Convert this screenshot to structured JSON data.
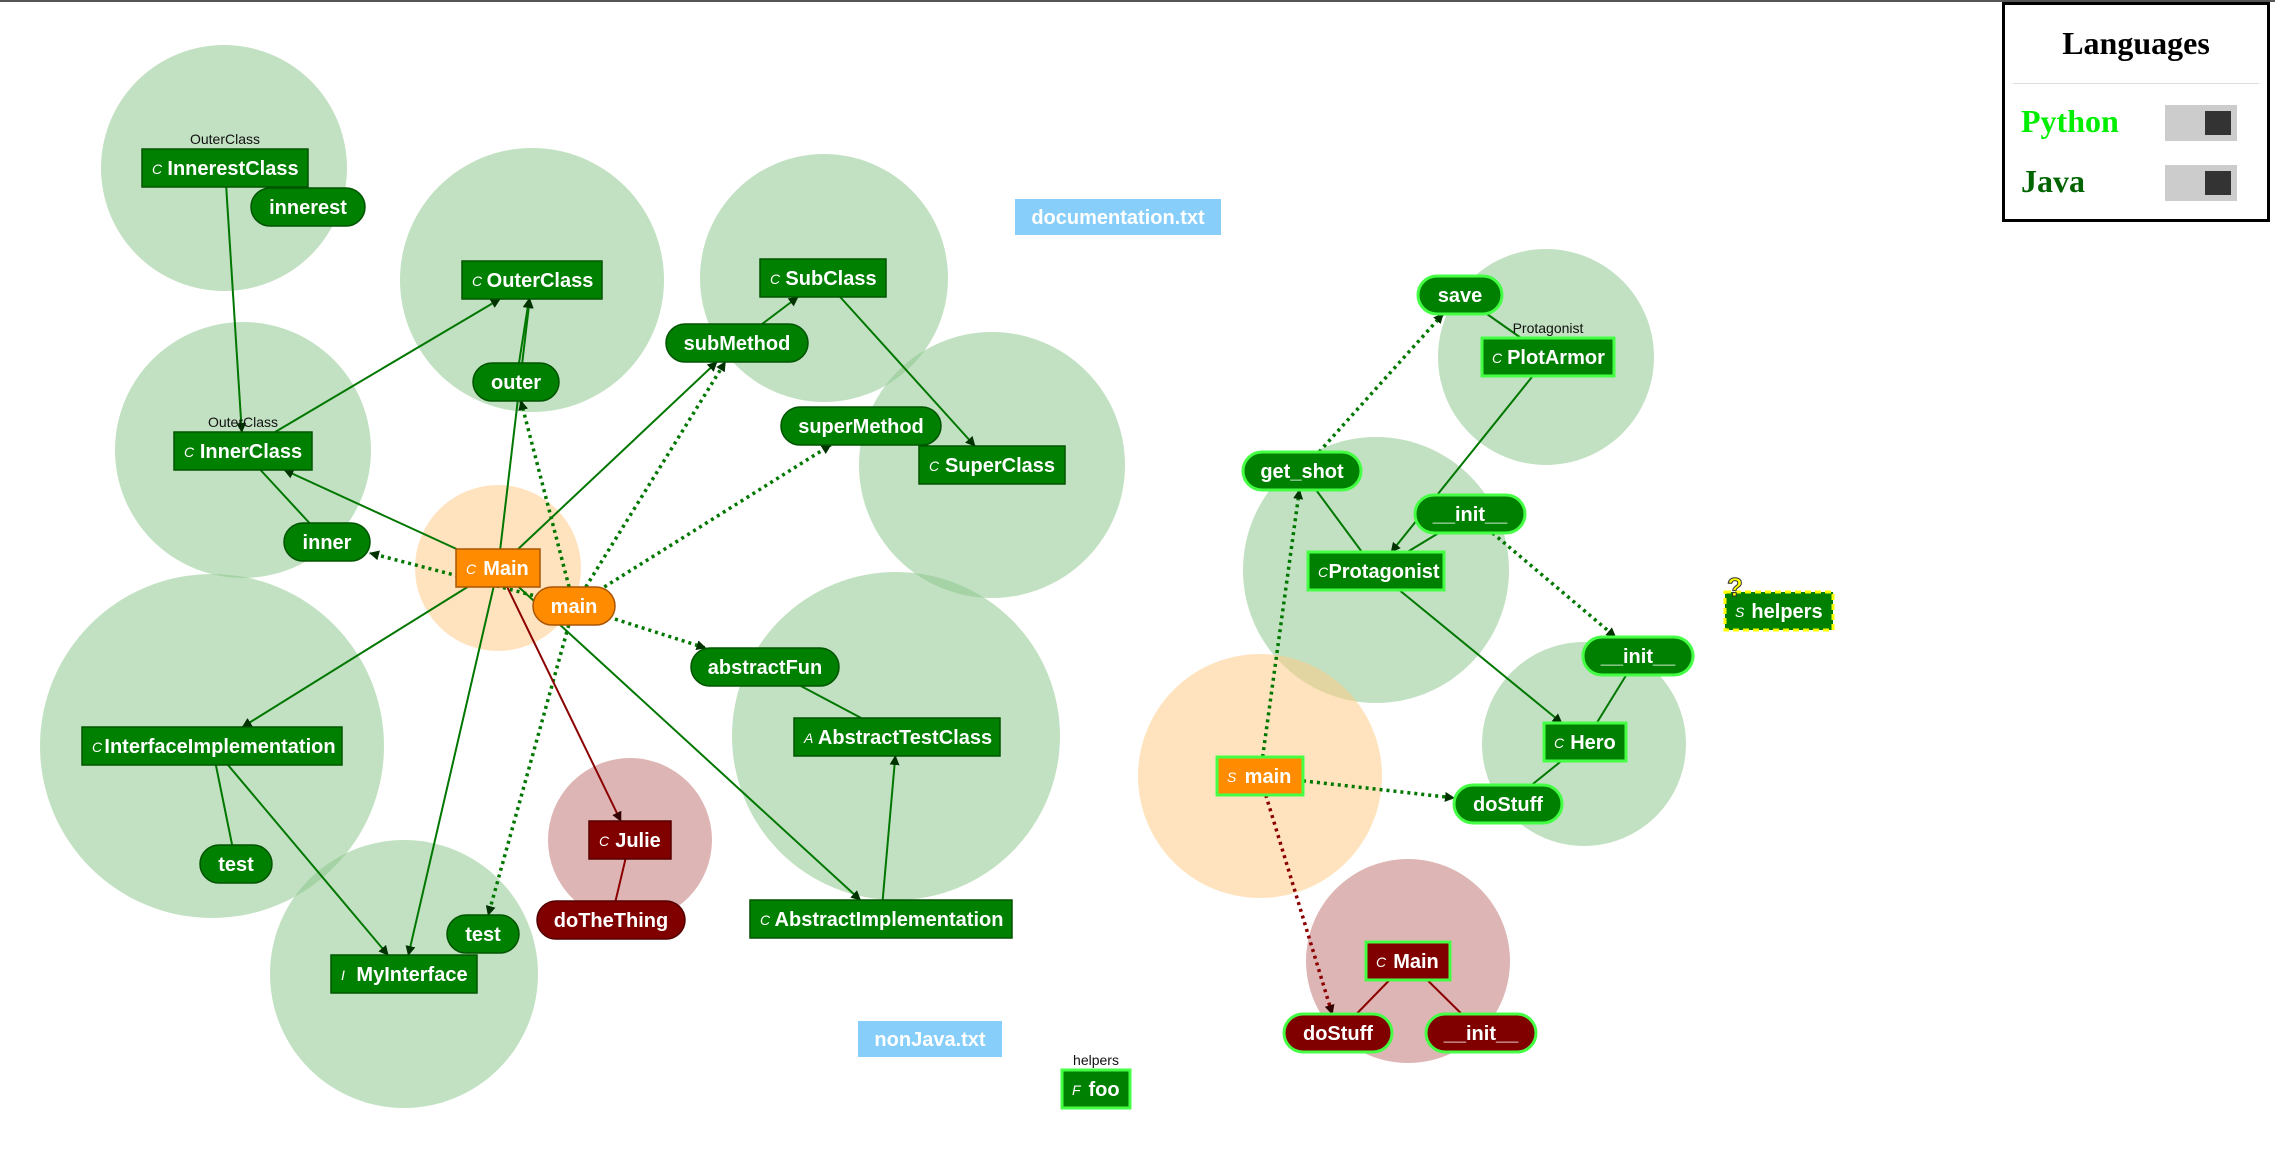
{
  "colors": {
    "node_green": "#008000",
    "node_orange": "#ff8c00",
    "node_darkred": "#800000",
    "file_blue": "#87cefa",
    "hull_green": "#8fc98f",
    "hull_orange": "#ffcc88",
    "hull_red": "#c27878",
    "edge_green": "#007700",
    "edge_red": "#8b0000",
    "python_label": "#00ee00",
    "java_label": "#006400",
    "highlight_border": "#44ff44",
    "unknown_fill": "#ffff00"
  },
  "legend": {
    "title": "Languages",
    "items": [
      {
        "label": "Python",
        "color": "#00ee00",
        "toggle_state": "on"
      },
      {
        "label": "Java",
        "color": "#006400",
        "toggle_state": "on"
      }
    ]
  },
  "unknown_marker": "?",
  "nodes": [
    {
      "id": "InnerestClass",
      "label": "InnerestClass",
      "kind": "C",
      "shape": "rect",
      "color": "green",
      "context": "OuterClass"
    },
    {
      "id": "innerest",
      "label": "innerest",
      "shape": "pill",
      "color": "green"
    },
    {
      "id": "OuterClass",
      "label": "OuterClass",
      "kind": "C",
      "shape": "rect",
      "color": "green"
    },
    {
      "id": "outer",
      "label": "outer",
      "shape": "pill",
      "color": "green"
    },
    {
      "id": "SubClass",
      "label": "SubClass",
      "kind": "C",
      "shape": "rect",
      "color": "green"
    },
    {
      "id": "subMethod",
      "label": "subMethod",
      "shape": "pill",
      "color": "green"
    },
    {
      "id": "superMethod",
      "label": "superMethod",
      "shape": "pill",
      "color": "green"
    },
    {
      "id": "SuperClass",
      "label": "SuperClass",
      "kind": "C",
      "shape": "rect",
      "color": "green"
    },
    {
      "id": "InnerClass",
      "label": "InnerClass",
      "kind": "C",
      "shape": "rect",
      "color": "green",
      "context": "OuterClass"
    },
    {
      "id": "inner",
      "label": "inner",
      "shape": "pill",
      "color": "green"
    },
    {
      "id": "MainJ",
      "label": "Main",
      "kind": "C",
      "shape": "rect",
      "color": "orange"
    },
    {
      "id": "mainJ",
      "label": "main",
      "shape": "pill",
      "color": "orange"
    },
    {
      "id": "abstractFun",
      "label": "abstractFun",
      "shape": "pill",
      "color": "green"
    },
    {
      "id": "AbstractTestClass",
      "label": "AbstractTestClass",
      "kind": "A",
      "shape": "rect",
      "color": "green"
    },
    {
      "id": "InterfaceImplementation",
      "label": "InterfaceImplementation",
      "kind": "C",
      "shape": "rect",
      "color": "green"
    },
    {
      "id": "test1",
      "label": "test",
      "shape": "pill",
      "color": "green"
    },
    {
      "id": "Julie",
      "label": "Julie",
      "kind": "C",
      "shape": "rect",
      "color": "darkred"
    },
    {
      "id": "doTheThing",
      "label": "doTheThing",
      "shape": "pill",
      "color": "darkred"
    },
    {
      "id": "test2",
      "label": "test",
      "shape": "pill",
      "color": "green"
    },
    {
      "id": "MyInterface",
      "label": "MyInterface",
      "kind": "I",
      "shape": "rect",
      "color": "green"
    },
    {
      "id": "AbstractImplementation",
      "label": "AbstractImplementation",
      "kind": "C",
      "shape": "rect",
      "color": "green"
    },
    {
      "id": "documentation",
      "label": "documentation.txt",
      "shape": "file"
    },
    {
      "id": "nonJava",
      "label": "nonJava.txt",
      "shape": "file"
    },
    {
      "id": "foo",
      "label": "foo",
      "kind": "F",
      "shape": "rect",
      "color": "green",
      "highlight": true,
      "context": "helpers"
    },
    {
      "id": "save",
      "label": "save",
      "shape": "pill",
      "color": "green",
      "highlight": true
    },
    {
      "id": "PlotArmor",
      "label": "PlotArmor",
      "kind": "C",
      "shape": "rect",
      "color": "green",
      "highlight": true,
      "context": "Protagonist"
    },
    {
      "id": "get_shot",
      "label": "get_shot",
      "shape": "pill",
      "color": "green",
      "highlight": true
    },
    {
      "id": "init1",
      "label": "__init__",
      "shape": "pill",
      "color": "green",
      "highlight": true
    },
    {
      "id": "Protagonist",
      "label": "Protagonist",
      "kind": "C",
      "shape": "rect",
      "color": "green",
      "highlight": true
    },
    {
      "id": "init2",
      "label": "__init__",
      "shape": "pill",
      "color": "green",
      "highlight": true
    },
    {
      "id": "Hero",
      "label": "Hero",
      "kind": "C",
      "shape": "rect",
      "color": "green",
      "highlight": true
    },
    {
      "id": "doStuff1",
      "label": "doStuff",
      "shape": "pill",
      "color": "green",
      "highlight": true
    },
    {
      "id": "mainP",
      "label": "main",
      "kind": "S",
      "shape": "rect",
      "color": "orange",
      "highlight": true
    },
    {
      "id": "MainP",
      "label": "Main",
      "kind": "C",
      "shape": "rect",
      "color": "darkred",
      "highlight": true
    },
    {
      "id": "doStuff2",
      "label": "doStuff",
      "shape": "pill",
      "color": "darkred",
      "highlight": true
    },
    {
      "id": "init3",
      "label": "__init__",
      "shape": "pill",
      "color": "darkred",
      "highlight": true
    },
    {
      "id": "helpers",
      "label": "helpers",
      "kind": "S",
      "shape": "rect",
      "color": "green",
      "highlight": true,
      "dashed": true,
      "unknown": true
    }
  ],
  "edges": [
    {
      "from": "InnerestClass",
      "to": "InnerClass",
      "style": "solid",
      "arrow": true,
      "color": "green"
    },
    {
      "from": "InnerestClass",
      "to": "innerest",
      "style": "solid",
      "arrow": false,
      "color": "green"
    },
    {
      "from": "InnerClass",
      "to": "OuterClass",
      "style": "solid",
      "arrow": true,
      "color": "green"
    },
    {
      "from": "outer",
      "to": "OuterClass",
      "style": "solid",
      "arrow": true,
      "color": "green"
    },
    {
      "from": "InnerClass",
      "to": "inner",
      "style": "solid",
      "arrow": false,
      "color": "green"
    },
    {
      "from": "MainJ",
      "to": "InnerClass",
      "style": "solid",
      "arrow": true,
      "color": "green"
    },
    {
      "from": "MainJ",
      "to": "OuterClass",
      "style": "solid",
      "arrow": true,
      "color": "green"
    },
    {
      "from": "MainJ",
      "to": "subMethod",
      "style": "solid",
      "arrow": true,
      "color": "green"
    },
    {
      "from": "mainJ",
      "to": "inner",
      "style": "dotted",
      "arrow": true,
      "color": "green"
    },
    {
      "from": "mainJ",
      "to": "outer",
      "style": "dotted",
      "arrow": true,
      "color": "green"
    },
    {
      "from": "mainJ",
      "to": "subMethod",
      "style": "dotted",
      "arrow": true,
      "color": "green"
    },
    {
      "from": "mainJ",
      "to": "superMethod",
      "style": "dotted",
      "arrow": true,
      "color": "green"
    },
    {
      "from": "mainJ",
      "to": "abstractFun",
      "style": "dotted",
      "arrow": true,
      "color": "green"
    },
    {
      "from": "mainJ",
      "to": "test2",
      "style": "dotted",
      "arrow": true,
      "color": "green"
    },
    {
      "from": "subMethod",
      "to": "SubClass",
      "style": "solid",
      "arrow": true,
      "color": "green"
    },
    {
      "from": "SubClass",
      "to": "SuperClass",
      "style": "solid",
      "arrow": true,
      "color": "green"
    },
    {
      "from": "superMethod",
      "to": "SuperClass",
      "style": "solid",
      "arrow": false,
      "color": "green"
    },
    {
      "from": "abstractFun",
      "to": "AbstractTestClass",
      "style": "solid",
      "arrow": false,
      "color": "green"
    },
    {
      "from": "AbstractImplementation",
      "to": "AbstractTestClass",
      "style": "solid",
      "arrow": true,
      "color": "green"
    },
    {
      "from": "MainJ",
      "to": "InterfaceImplementation",
      "style": "solid",
      "arrow": true,
      "color": "green"
    },
    {
      "from": "MainJ",
      "to": "MyInterface",
      "style": "solid",
      "arrow": true,
      "color": "green"
    },
    {
      "from": "MainJ",
      "to": "Julie",
      "style": "solid",
      "arrow": true,
      "color": "red"
    },
    {
      "from": "MainJ",
      "to": "AbstractImplementation",
      "style": "solid",
      "arrow": true,
      "color": "green"
    },
    {
      "from": "InterfaceImplementation",
      "to": "MyInterface",
      "style": "solid",
      "arrow": true,
      "color": "green"
    },
    {
      "from": "InterfaceImplementation",
      "to": "test1",
      "style": "solid",
      "arrow": false,
      "color": "green"
    },
    {
      "from": "Julie",
      "to": "doTheThing",
      "style": "solid",
      "arrow": false,
      "color": "red"
    },
    {
      "from": "get_shot",
      "to": "save",
      "style": "dotted",
      "arrow": true,
      "color": "green"
    },
    {
      "from": "save",
      "to": "PlotArmor",
      "style": "solid",
      "arrow": false,
      "color": "green"
    },
    {
      "from": "PlotArmor",
      "to": "Protagonist",
      "style": "solid",
      "arrow": true,
      "color": "green"
    },
    {
      "from": "Protagonist",
      "to": "get_shot",
      "style": "solid",
      "arrow": false,
      "color": "green"
    },
    {
      "from": "Protagonist",
      "to": "init1",
      "style": "solid",
      "arrow": false,
      "color": "green"
    },
    {
      "from": "init1",
      "to": "init2",
      "style": "dotted",
      "arrow": true,
      "color": "green"
    },
    {
      "from": "Protagonist",
      "to": "Hero",
      "style": "solid",
      "arrow": true,
      "color": "green"
    },
    {
      "from": "init2",
      "to": "Hero",
      "style": "solid",
      "arrow": false,
      "color": "green"
    },
    {
      "from": "Hero",
      "to": "doStuff1",
      "style": "solid",
      "arrow": false,
      "color": "green"
    },
    {
      "from": "mainP",
      "to": "get_shot",
      "style": "dotted",
      "arrow": true,
      "color": "green"
    },
    {
      "from": "mainP",
      "to": "doStuff1",
      "style": "dotted",
      "arrow": true,
      "color": "green"
    },
    {
      "from": "mainP",
      "to": "doStuff2",
      "style": "dotted",
      "arrow": true,
      "color": "red"
    },
    {
      "from": "MainP",
      "to": "doStuff2",
      "style": "solid",
      "arrow": false,
      "color": "red"
    },
    {
      "from": "MainP",
      "to": "init3",
      "style": "solid",
      "arrow": false,
      "color": "red"
    }
  ]
}
